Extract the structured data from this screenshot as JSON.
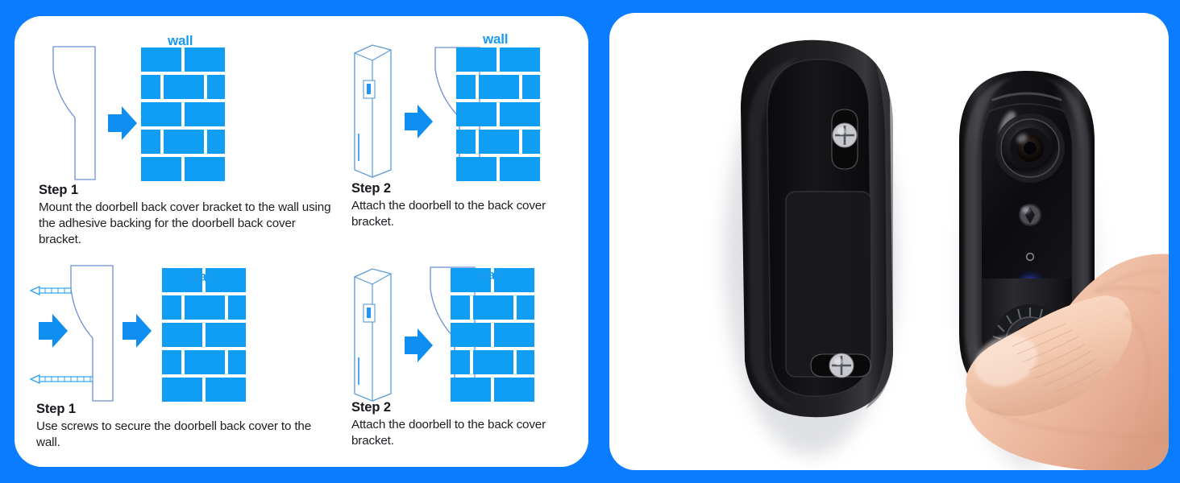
{
  "theme": {
    "background_blue": "#0a7cff",
    "brick_blue": "#109ef5",
    "label_blue": "#1b9bf0",
    "outline_blue": "#4a90e2",
    "card_white": "#ffffff",
    "text_dark": "#16181c",
    "led_blue": "#2b3fe8",
    "device_black": "#121214"
  },
  "instructions": {
    "wall_label": "wall",
    "steps": [
      {
        "id": "step-1-adhesive",
        "title": "Step 1",
        "description": "Mount the doorbell back cover bracket to the wall using the adhesive backing for the doorbell back cover bracket.",
        "figure": "bracket-to-wall"
      },
      {
        "id": "step-2-attach-top",
        "title": "Step 2",
        "description": "Attach the doorbell to the back cover bracket.",
        "figure": "doorbell-to-bracket"
      },
      {
        "id": "step-1-screws",
        "title": "Step 1",
        "description": "Use screws to secure the doorbell back cover to the wall.",
        "figure": "bracket-screws-to-wall"
      },
      {
        "id": "step-2-attach-bottom",
        "title": "Step 2",
        "description": "Attach the doorbell to the back cover bracket.",
        "figure": "doorbell-to-bracket"
      }
    ]
  },
  "product": {
    "back_cover": {
      "name": "doorbell back cover bracket",
      "screw_count": 2
    },
    "doorbell": {
      "name": "video doorbell",
      "features": [
        "camera-lens",
        "pir-sensor",
        "status-indicator",
        "led-indicator",
        "ring-button",
        "speaker-grille"
      ]
    },
    "hand": {
      "name": "hand pressing doorbell button"
    }
  },
  "icons": {
    "arrow": "arrow-right-icon",
    "screw": "screw-icon",
    "wall": "brick-wall-icon",
    "bracket": "bracket-outline-icon",
    "doorbell_side": "doorbell-side-outline-icon"
  }
}
